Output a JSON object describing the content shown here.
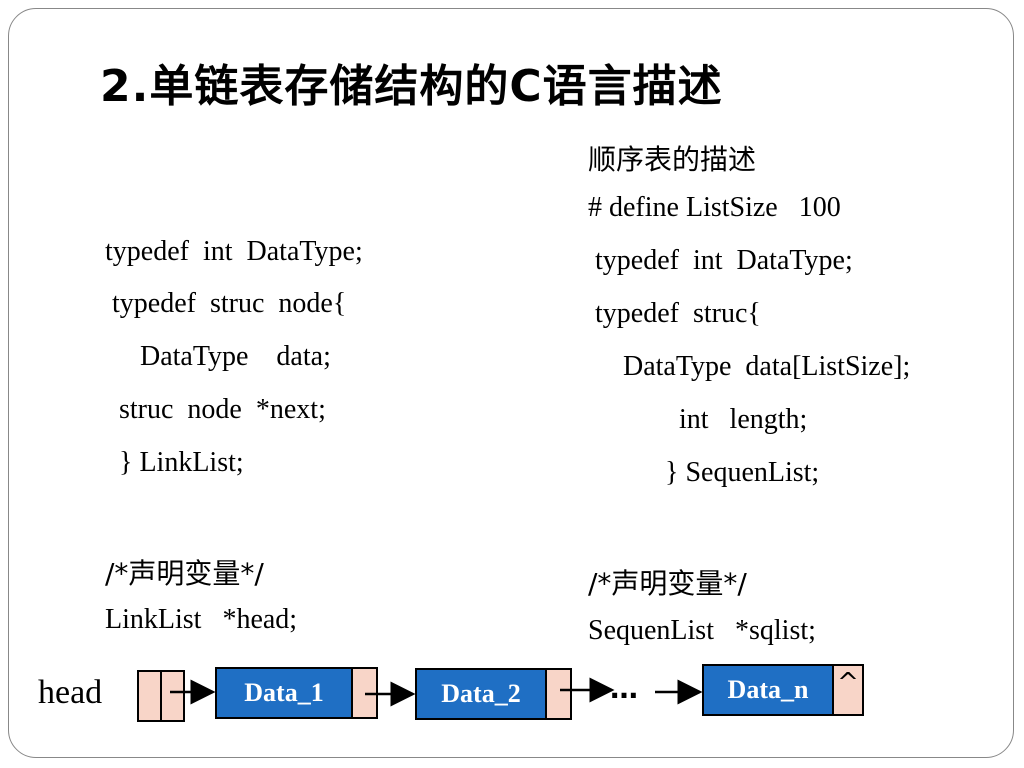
{
  "title": "2.单链表存储结构的C语言描述",
  "left_code": {
    "lines": [
      "typedef  int  DataType;",
      " typedef  struc  node{",
      "     DataType    data;",
      "  struc  node  *next;",
      "  } LinkList;"
    ],
    "comment": "/*声明变量*/",
    "declaration": "LinkList   *head;"
  },
  "right_code": {
    "heading": "顺序表的描述",
    "lines": [
      "# define ListSize   100",
      " typedef  int  DataType;",
      " typedef  struc{",
      "     DataType  data[ListSize];",
      "             int   length;",
      "           } SequenList;"
    ],
    "comment": "/*声明变量*/",
    "declaration": "SequenList   *sqlist;"
  },
  "diagram": {
    "head_label": "head",
    "nodes": [
      "Data_1",
      "Data_2",
      "Data_n"
    ],
    "ellipsis": "…",
    "null_marker": "^"
  }
}
